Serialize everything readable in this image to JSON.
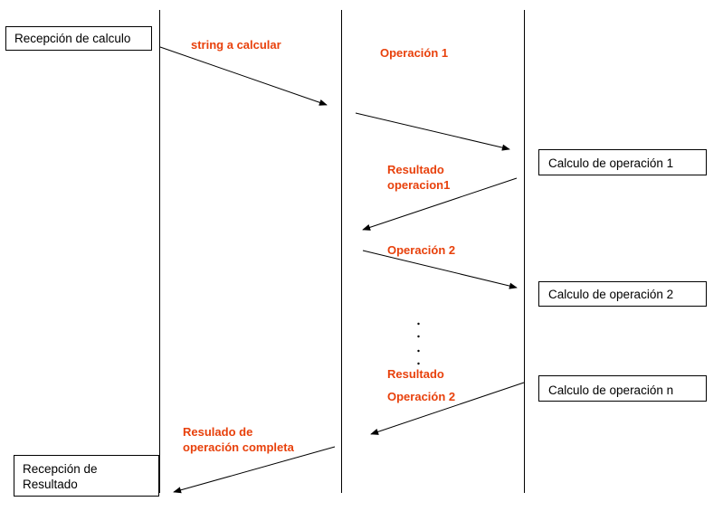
{
  "colors": {
    "label": "#e8410c",
    "line": "#000000",
    "box_border": "#000000",
    "background": "#ffffff"
  },
  "boxes": {
    "recepcion_calculo": "Recepción de calculo",
    "calculo_op1": "Calculo de operación 1",
    "calculo_op2": "Calculo de operación 2",
    "calculo_opn": "Calculo de operación n",
    "recepcion_resultado_line1": "Recepción de",
    "recepcion_resultado_line2": "Resultado"
  },
  "labels": {
    "string_a_calcular": "string a calcular",
    "operacion_1": "Operación 1",
    "resultado_op1_line1": "Resultado",
    "resultado_op1_line2": "operacion1",
    "operacion_2": "Operación 2",
    "resultado_final_line1": "Resultado",
    "resultado_final_line2": "Operación 2",
    "resulado_completa_line1": "Resulado de",
    "resulado_completa_line2": "operación completa"
  }
}
